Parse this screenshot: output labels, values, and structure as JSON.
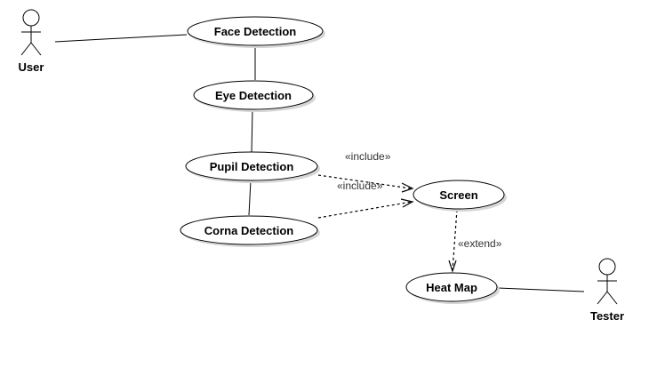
{
  "diagram": {
    "actors": {
      "user": "User",
      "tester": "Tester"
    },
    "use_cases": {
      "face_detection": "Face Detection",
      "eye_detection": "Eye Detection",
      "pupil_detection": "Pupil Detection",
      "corna_detection": "Corna Detection",
      "screen": "Screen",
      "heat_map": "Heat Map"
    },
    "relations": {
      "include_1": "«include»",
      "include_2": "«include»",
      "extend": "«extend»"
    }
  }
}
